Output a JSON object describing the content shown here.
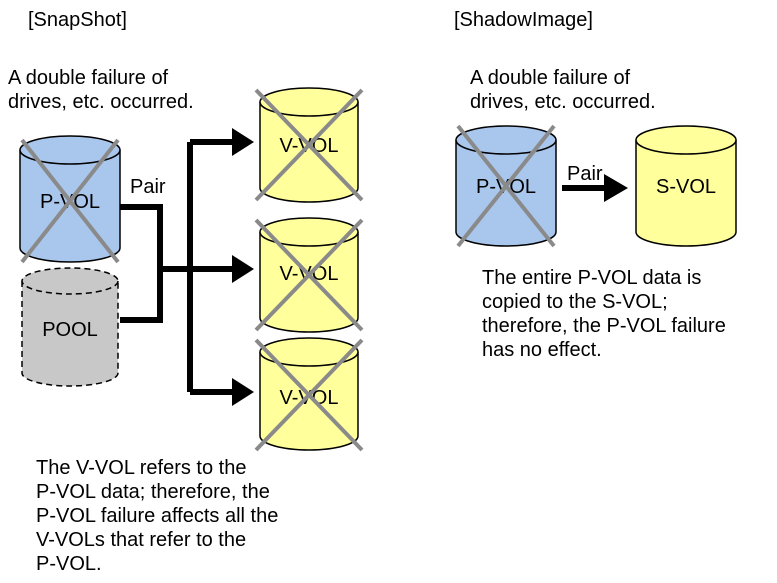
{
  "snapshot": {
    "title": "[SnapShot]",
    "event_lines": [
      "A double failure of",
      "drives, etc. occurred."
    ],
    "pair_label": "Pair",
    "pvol_label": "P-VOL",
    "pool_label": "POOL",
    "vvol_labels": [
      "V-VOL",
      "V-VOL",
      "V-VOL"
    ],
    "note_lines": [
      "The V-VOL refers to the",
      "P-VOL data; therefore, the",
      "P-VOL failure affects all the",
      "V-VOLs that refer to the",
      "P-VOL."
    ]
  },
  "shadowimage": {
    "title": "[ShadowImage]",
    "event_lines": [
      "A double failure of",
      "drives, etc. occurred."
    ],
    "pair_label": "Pair",
    "pvol_label": "P-VOL",
    "svol_label": "S-VOL",
    "note_lines": [
      "The entire P-VOL data is",
      "copied to the S-VOL;",
      "therefore, the P-VOL failure",
      "has no effect."
    ]
  },
  "colors": {
    "pvol_fill": "#a9c6ec",
    "pool_fill": "#c8c8c8",
    "vvol_fill": "#ffff9c",
    "failure_x": "#8a8a8a",
    "arrow": "#000000"
  }
}
